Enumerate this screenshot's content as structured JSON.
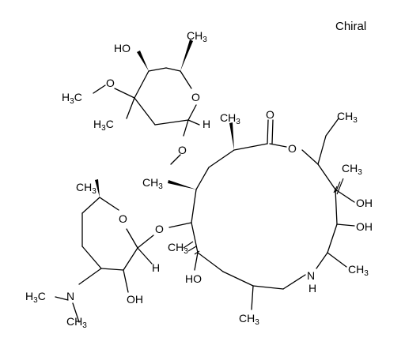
{
  "molecule": {
    "chirality_label": "Chiral",
    "atom_labels": {
      "ho_top": "HO",
      "ch3_top_right": "CH3",
      "h3c_methoxy": "H3C",
      "o_methoxy": "O",
      "h3c_left_upper": "H3C",
      "o_ring_upper": "O",
      "h_upper": "H",
      "o_glyco_upper": "O",
      "ch3_macro_top": "CH3",
      "o_carbonyl": "O",
      "o_lactone": "O",
      "ch3_ethyl": "CH3",
      "ch3_left_mid": "CH3",
      "ch3_right_upper": "CH3",
      "oh_right_upper": "OH",
      "oh_right_lower": "OH",
      "ch3_sugar_top": "CH3",
      "o_ring_lower": "O",
      "o_glyco_lower": "O",
      "h_lower": "H",
      "ch3_macro_mid": "CH3",
      "ch3_right_lower": "CH3",
      "nh": "N",
      "nh_h": "H",
      "h3c_amine": "H3C",
      "n_amine": "N",
      "oh_sugar_lower": "OH",
      "oh_macro_lower": "HO",
      "ch3_amine_lower": "CH3",
      "ch3_bottom": "CH3"
    }
  }
}
